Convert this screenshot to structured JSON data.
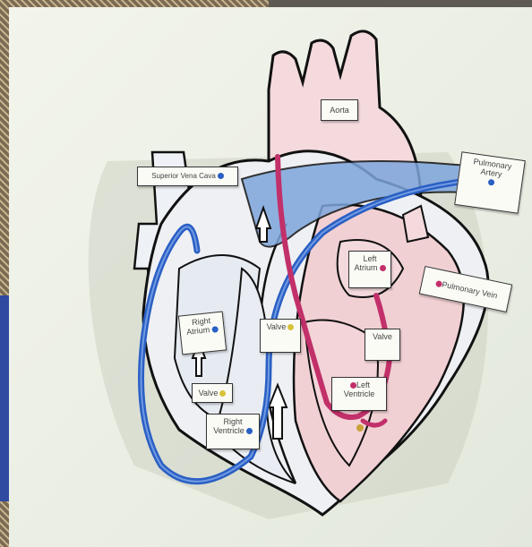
{
  "scene": {
    "description_icons": [
      "heart-model",
      "blue-tube",
      "red-tube",
      "paper-labels"
    ],
    "colors": {
      "wall": "#eef1e6",
      "heart_pink": "#f2d4d6",
      "heart_outline": "#111111",
      "deoxygenated_blue": "#2a5fc4",
      "oxygenated_red": "#c2306a",
      "label_paper": "#fbfbf6"
    }
  },
  "labels": {
    "aorta": "Aorta",
    "superior_vena_cava": "Superior Vena Cava",
    "pulmonary_artery": "Pulmonary Artery",
    "pulmonary_vein": "Pulmonary Vein",
    "left_atrium": "Left Atrium",
    "right_atrium": "Right Atrium",
    "right_ventricle": "Right Ventricle",
    "left_ventricle": "Left Ventricle",
    "valve": "Valve"
  }
}
